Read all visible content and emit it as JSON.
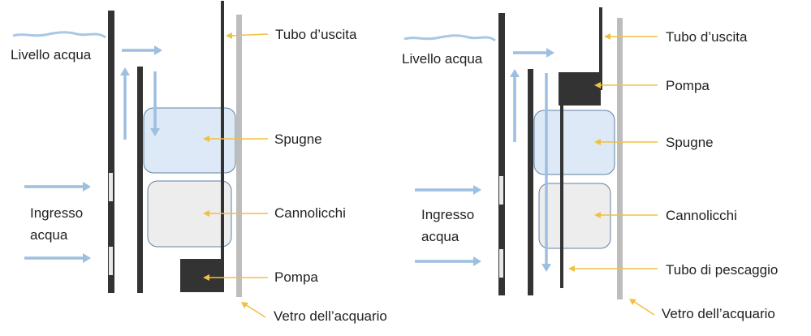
{
  "left_diagram": {
    "water_level": "Livello acqua",
    "inlet_line1": "Ingresso",
    "inlet_line2": "acqua",
    "labels": {
      "outlet_tube": "Tubo d’uscita",
      "sponges": "Spugne",
      "ceramic_rings": "Cannolicchi",
      "pump": "Pompa",
      "aquarium_glass": "Vetro dell’acquario"
    }
  },
  "right_diagram": {
    "water_level": "Livello acqua",
    "inlet_line1": "Ingresso",
    "inlet_line2": "acqua",
    "labels": {
      "outlet_tube": "Tubo d’uscita",
      "pump": "Pompa",
      "sponges": "Spugne",
      "ceramic_rings": "Cannolicchi",
      "intake_tube": "Tubo di pescaggio",
      "aquarium_glass": "Vetro dell’acquario"
    }
  },
  "colors": {
    "water_flow": "#9dbfe0",
    "leader": "#f0c040",
    "wall": "#333333",
    "glass": "#bdbdbd"
  }
}
